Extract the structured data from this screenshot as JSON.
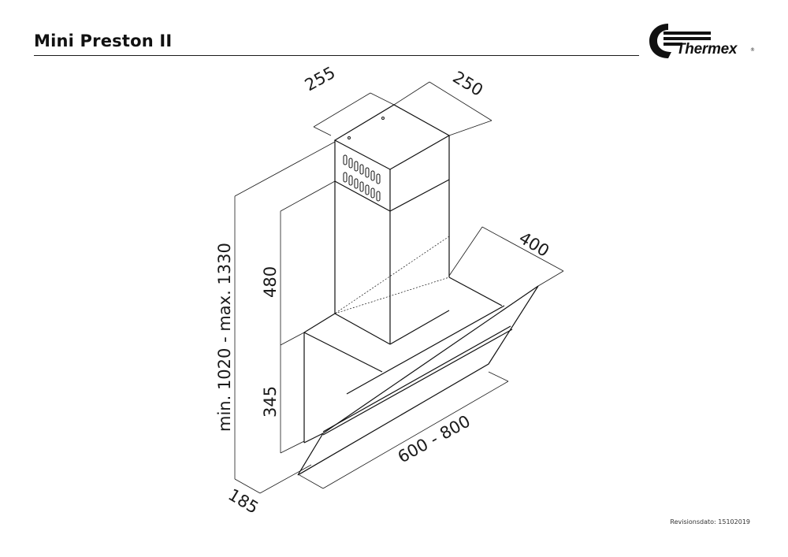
{
  "header": {
    "title": "Mini Preston II",
    "brand": "Thermex"
  },
  "dimensions": {
    "chimney_depth": "255",
    "chimney_width": "250",
    "hood_depth_top": "400",
    "total_height": "min. 1020 - max. 1330",
    "chimney_height": "480",
    "hood_height": "345",
    "hood_width": "600 - 800",
    "bottom_depth": "185"
  },
  "footer": {
    "revision": "Revisionsdato: 15102019"
  }
}
